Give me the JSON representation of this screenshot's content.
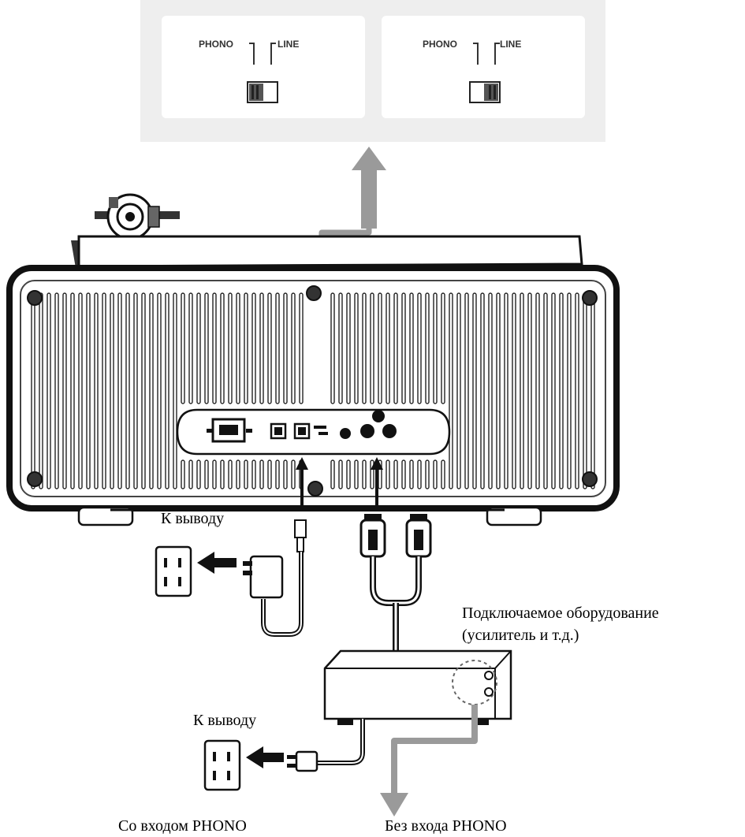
{
  "switch_panels": [
    {
      "phono_label": "PHONO",
      "line_label": "LINE",
      "selected": "PHONO"
    },
    {
      "phono_label": "PHONO",
      "line_label": "LINE",
      "selected": "LINE"
    }
  ],
  "labels": {
    "to_outlet_top": "К выводу",
    "to_outlet_bottom": "К выводу",
    "equipment_line1": "Подключаемое оборудование",
    "equipment_line2": "(усилитель и т.д.)",
    "with_phono": "Со входом PHONO",
    "without_phono": "Без входа PHONO"
  },
  "colors": {
    "panel_bg": "#eeeeee",
    "flow_arrow": "#9a9a9a",
    "line": "#111111"
  }
}
